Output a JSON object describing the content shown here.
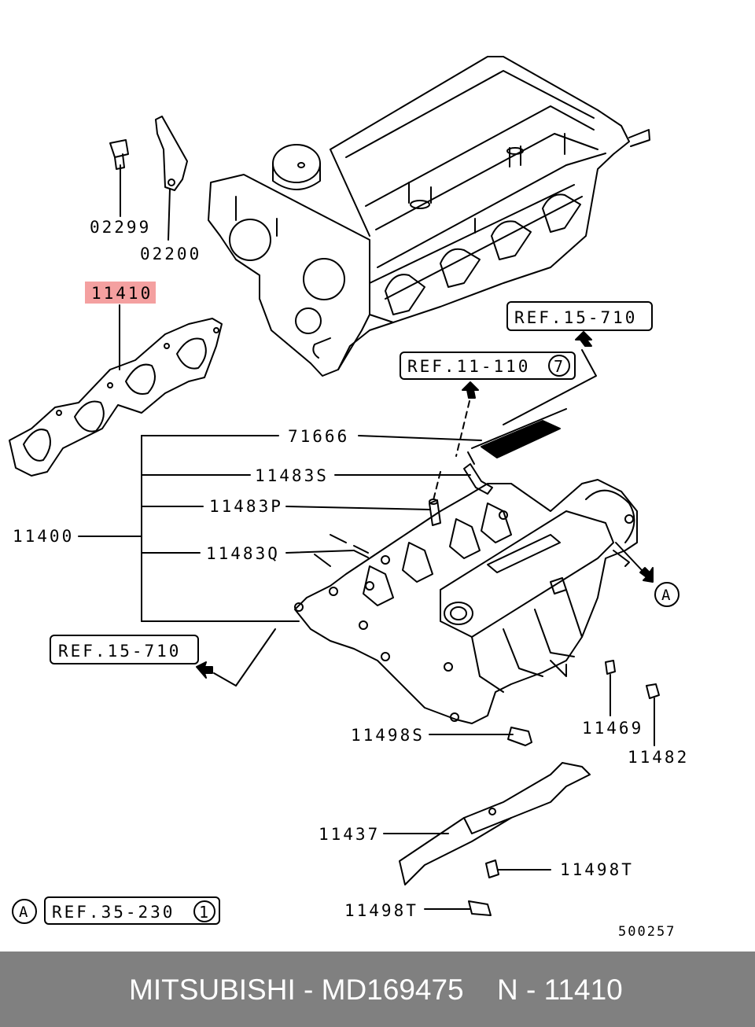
{
  "diagram": {
    "part_labels": {
      "bolt_02299": "02299",
      "bracket_02200": "02200",
      "gasket_11410": "11410",
      "gasket_71666": "71666",
      "hose_11483S": "11483S",
      "pipe_11483P": "11483P",
      "hose_11483Q": "11483Q",
      "manifold_11400": "11400",
      "bolt_11498S": "11498S",
      "nut_11469": "11469",
      "nut_11482": "11482",
      "stay_11437": "11437",
      "bolt_11498T_upper": "11498T",
      "bolt_11498T_lower": "11498T",
      "diagram_number": "500257"
    },
    "references": {
      "ref_15_710_top": "REF.15-710",
      "ref_11_110": "REF.11-110",
      "ref_11_110_circle": "7",
      "ref_15_710_left": "REF.15-710",
      "ref_35_230": "REF.35-230",
      "ref_35_230_circle": "1",
      "connector_a": "A",
      "connector_a_legend": "A"
    },
    "highlight_color": "#f4a0a0"
  },
  "footer": {
    "brand_part": "MITSUBISHI - MD169475",
    "callout": "N - 11410",
    "background_color": "#808080"
  }
}
